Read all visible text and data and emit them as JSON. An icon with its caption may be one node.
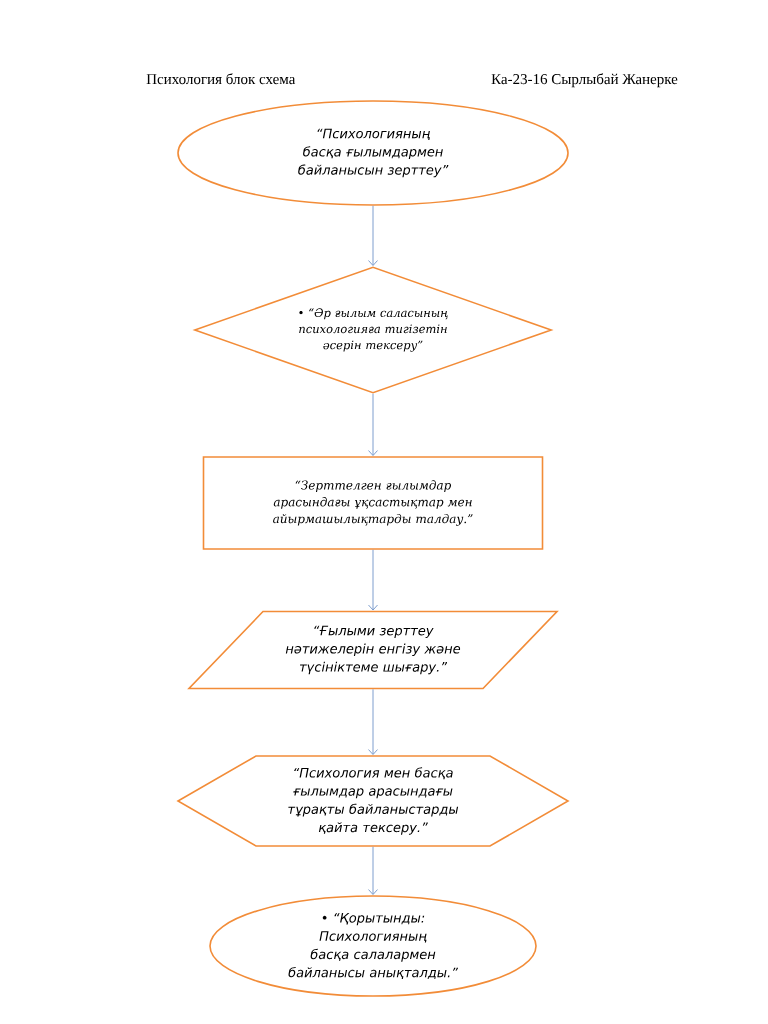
{
  "diagram": {
    "title": "Психология блок схема",
    "nodes": [
      {
        "text": [
          "“Психологияның басқа ғылымдармен байланысын зерттеу”"
        ]
      },
      {
        "text": [
          "• “Әр ғылым саласының психологияға тигізетін әсерін тексеру”"
        ]
      },
      {
        "text": [
          "“Зерттелген ғылымдар арасындағы ұқсастықтар мен айырмашылықтарды талдау.”"
        ]
      },
      {
        "text": [
          "“Ғылыми зерттеу нәтижелерін енгізу және түсініктеме шығару.”"
        ]
      },
      {
        "text": [
          "“Психология мен басқа ғылымдар арасындағы тұрақты байланыстарды қайта тексеру.”"
        ]
      },
      {
        "text": [
          "• “Қорытынды: Психологияның басқа салалармен байланысы анықталды.”"
        ]
      }
    ],
    "edges": [
      {
        "from": 0,
        "to": 1,
        "arrow": "to"
      },
      {
        "from": 1,
        "to": 2,
        "arrow": "to"
      },
      {
        "from": 2,
        "to": 3,
        "arrow": "to"
      },
      {
        "from": 3,
        "to": 4,
        "arrow": "to"
      },
      {
        "from": 4,
        "to": 5,
        "arrow": "to"
      }
    ],
    "labels": [
      "Ка-23-16 Сырлыбай Жанерке"
    ]
  }
}
